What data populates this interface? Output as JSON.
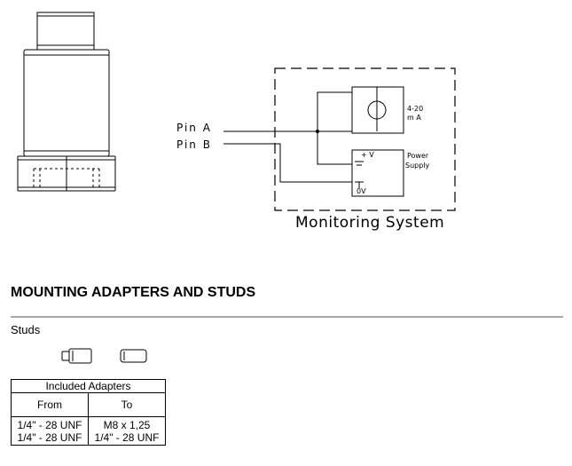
{
  "diagram": {
    "pin_a": "Pin A",
    "pin_b": "Pin B",
    "meter_label_line1": "4-20",
    "meter_label_line2": "m A",
    "power_supply_line1": "Power",
    "power_supply_line2": "Supply",
    "plus_v": "+ V",
    "zero_v": "0V",
    "monitoring_system": "Monitoring System"
  },
  "section": {
    "heading": "MOUNTING ADAPTERS AND STUDS",
    "studs_label": "Studs"
  },
  "adapters_table": {
    "caption": "Included Adapters",
    "headers": [
      "From",
      "To"
    ],
    "rows": [
      [
        "1/4\" - 28 UNF",
        "M8 x 1,25"
      ],
      [
        "1/4\" - 28 UNF",
        "1/4\" - 28 UNF"
      ]
    ]
  }
}
